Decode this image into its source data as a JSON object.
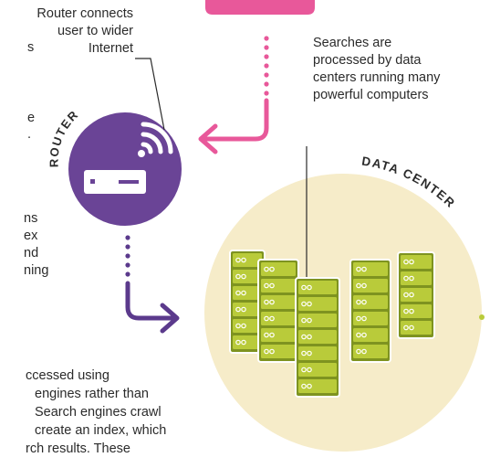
{
  "labels": {
    "router_caption": [
      "Router connects",
      "user to wider",
      "Internet"
    ],
    "data_center_caption": [
      "Searches are",
      "processed by data",
      "centers running many",
      "powerful computers"
    ],
    "router_title": "ROUTER",
    "data_center_title": "DATA CENTER",
    "left_fragments": [
      "s",
      "e",
      ".",
      "ns",
      "ex",
      "nd",
      "ning"
    ],
    "bottom_text": [
      "ccessed using",
      "engines rather than",
      "Search engines crawl",
      "create an index, which",
      "rch results. These"
    ]
  },
  "colors": {
    "pink": "#e8589a",
    "purple": "#5b3a8c",
    "router_purple": "#6a4496",
    "data_center_bg": "#f6ecc9",
    "server_green": "#b9cb3a",
    "server_dark": "#7e9320"
  },
  "icons": [
    "wifi-icon",
    "router-icon",
    "server-icon"
  ]
}
